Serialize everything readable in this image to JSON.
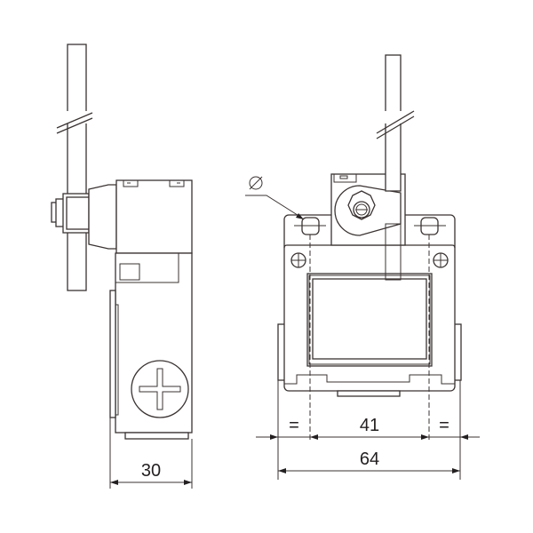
{
  "drawing": {
    "side_view": {
      "width_dimension": "30"
    },
    "front_view": {
      "hole_spacing_dimension": "41",
      "overall_width_dimension": "64",
      "equal_mark_left": "=",
      "equal_mark_right": "=",
      "diameter_symbol": "⌀"
    }
  }
}
